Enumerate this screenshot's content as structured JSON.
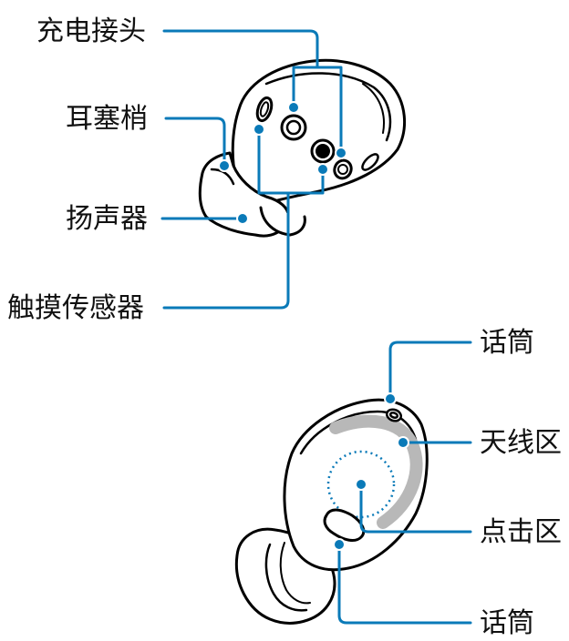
{
  "colors": {
    "accent": "#0a7ab8",
    "outline": "#000000",
    "antenna": "#b8b8b8"
  },
  "labels": {
    "charging_contacts": "充电接头",
    "wing_tip": "耳塞梢",
    "speaker": "扬声器",
    "touch_sensor": "触摸传感器",
    "microphone_top": "话筒",
    "antenna_area": "天线区",
    "touchpad": "点击区",
    "microphone_bottom": "话筒"
  }
}
